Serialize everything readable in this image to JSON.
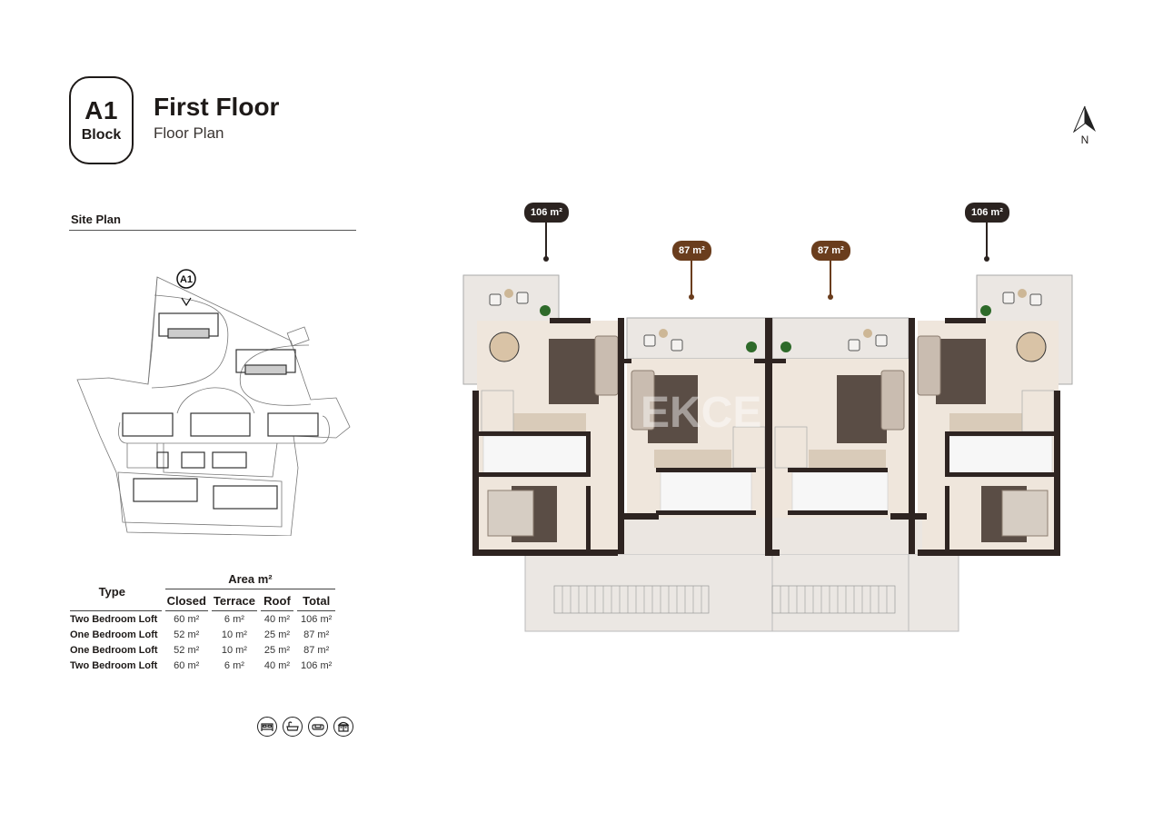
{
  "header": {
    "block_code": "A1",
    "block_label": "Block",
    "title": "First Floor",
    "subtitle": "Floor Plan",
    "compass_label": "N"
  },
  "site_plan": {
    "title": "Site Plan",
    "marker_label": "A1"
  },
  "area_table": {
    "type_header": "Type",
    "group_header": "Area m²",
    "columns": [
      "Closed",
      "Terrace",
      "Roof",
      "Total"
    ],
    "rows": [
      {
        "type": "Two Bedroom Loft",
        "closed": "60 m²",
        "terrace": "6 m²",
        "roof": "40 m²",
        "total": "106 m²"
      },
      {
        "type": "One Bedroom Loft",
        "closed": "52 m²",
        "terrace": "10 m²",
        "roof": "25 m²",
        "total": "87 m²"
      },
      {
        "type": "One Bedroom Loft",
        "closed": "52 m²",
        "terrace": "10 m²",
        "roof": "25 m²",
        "total": "87 m²"
      },
      {
        "type": "Two Bedroom Loft",
        "closed": "60 m²",
        "terrace": "6 m²",
        "roof": "40 m²",
        "total": "106 m²"
      }
    ]
  },
  "amenities": [
    "bedroom-icon",
    "bathroom-icon",
    "living-room-icon",
    "kitchen-icon"
  ],
  "unit_pins": [
    {
      "label": "106 m²",
      "color": "#2b2320"
    },
    {
      "label": "87 m²",
      "color": "#6a3d1d"
    },
    {
      "label": "87 m²",
      "color": "#6a3d1d"
    },
    {
      "label": "106 m²",
      "color": "#2b2320"
    }
  ],
  "watermark": "EKCE",
  "colors": {
    "wall": "#2e2421",
    "floor": "#efe6dc",
    "terrace": "#e9e5e1",
    "rug": "#5a4d45",
    "pin_dark": "#2b2320",
    "pin_brown": "#6a3d1d"
  }
}
